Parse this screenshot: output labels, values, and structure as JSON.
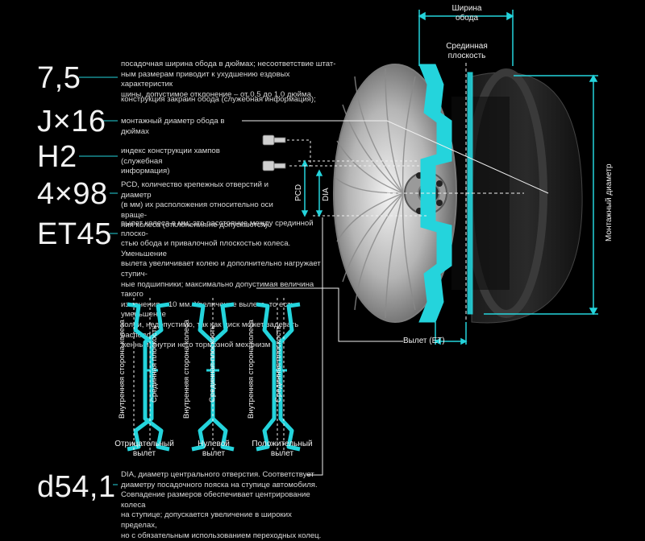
{
  "colors": {
    "accent": "#24d4dc",
    "text": "#f0f0f0",
    "background": "#000000"
  },
  "codes": {
    "width": "7,5",
    "flange": "J×16",
    "hump": "H2",
    "pcd": "4×98",
    "et": "ET45",
    "dia": "d54,1"
  },
  "descriptions": {
    "width": [
      "посадочная ширина обода в дюймах; несоответствие штат-",
      "ным размерам приводит к ухудшению ездовых характеристик",
      "шины, допустимое отклонение – от 0,5 до 1,0 дюйма"
    ],
    "flange": [
      "конструкция закраин обода (служебная информация);"
    ],
    "diameter": [
      "монтажный диаметр обода в дюймах"
    ],
    "hump": [
      "индекс конструкции хампов (служебная",
      "информация)"
    ],
    "pcd": [
      "PCD, количество крепежных отверстий и диаметр",
      "(в мм) их расположения относительно оси враще-",
      "ния колеса (отклонения не допускаются)"
    ],
    "et": [
      "вылет колеса в мм; это расстояние между срединной плоско-",
      "стью обода и привалочной плоскостью колеса. Уменьшение",
      "вылета увеличивает колею и дополнительно нагружает ступич-",
      "ные подшипники; максимально допустимая величина такого",
      "изменения – 10 мм. Увеличение вылета, то есть уменьшение",
      "колеи, недопустимо, так как диск может задевать располо-",
      "женный внутри него тормозной механизм"
    ],
    "dia": [
      "DIA, диаметр центрального отверстия. Соответствует",
      "диаметру посадочного пояска на ступице автомобиля.",
      "Совпадение размеров обеспечивает центрирование колеса",
      "на ступице; допускается увеличение в широких пределах,",
      "но с обязательным использованием переходных колец."
    ]
  },
  "wheel_labels": {
    "rim_width": [
      "Ширина",
      "обода"
    ],
    "center_plane": [
      "Срединная",
      "плоскость"
    ],
    "mount_diameter": "Монтажный диаметр",
    "pcd": "PCD",
    "dia": "DIA",
    "offset": "Вылет (ET)"
  },
  "profiles": [
    {
      "side_label": "Внутренняя сторона колеса",
      "plane_label": "Срединная плоскость",
      "caption": [
        "Отрицательный",
        "вылет"
      ]
    },
    {
      "side_label": "Внутренняя сторона колеса",
      "plane_label": "Срединная плоскость",
      "caption": [
        "Нулевой",
        "вылет"
      ]
    },
    {
      "side_label": "Внутренняя сторона колеса",
      "plane_label": "Срединная плоскость",
      "caption": [
        "Положительный",
        "вылет"
      ]
    }
  ]
}
